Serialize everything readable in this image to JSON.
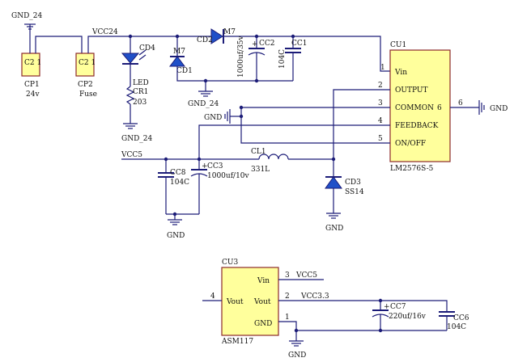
{
  "labels": {
    "gnd24_top": "GND_24",
    "vcc24": "VCC24",
    "cp1_pins": "C2 1",
    "cp1_name": "CP1",
    "cp1_val": "24v",
    "cp2_pins": "C2 1",
    "cp2_name": "CP2",
    "cp2_val": "Fuse",
    "cd4": "CD4",
    "led": "LED",
    "cr1": "CR1",
    "cr1_val": "203",
    "gnd24_led": "GND_24",
    "cd2": "CD2",
    "m7_top": "M7",
    "m7_cd1": "M7",
    "cd1": "CD1",
    "gnd24_mid": "GND_24",
    "cc2": "CC2",
    "cc2_val": "1000uf/35v",
    "cc1": "CC1",
    "cc1_val": "104C",
    "gnd_left": "GND",
    "cu1": "CU1",
    "cu1_part": "LM2576S-5",
    "pin_vin": "Vin",
    "pin_output": "OUTPUT",
    "pin_common": "COMMON",
    "pin_feedback": "FEEDBACK",
    "pin_onoff": "ON/OFF",
    "pn1": "1",
    "pn2": "2",
    "pn3": "3",
    "pn4": "4",
    "pn5": "5",
    "pn6_in": "6",
    "pn6_out": "6",
    "gnd_right": "GND",
    "vcc5": "VCC5",
    "cl1": "CL1",
    "cl1_val": "331L",
    "cc8": "CC8",
    "cc8_val": "104C",
    "cc3": "CC3",
    "cc3_val": "1000uf/10v",
    "gnd_cc8": "GND",
    "cd3": "CD3",
    "cd3_val": "SS14",
    "gnd_cd3": "GND",
    "cu3": "CU3",
    "cu3_part": "ASM117",
    "cu3_vin": "Vin",
    "cu3_vout_left": "Vout",
    "cu3_vout": "Vout",
    "cu3_gnd": "GND",
    "cu3_p3": "3",
    "cu3_p2": "2",
    "cu3_p1": "1",
    "cu3_p4": "4",
    "vcc5_b": "VCC5",
    "vcc33": "VCC3.3",
    "cc7": "CC7",
    "cc7_val": "220uf/16v",
    "cc6": "CC6",
    "cc6_val": "104C",
    "gnd_cu3": "GND",
    "plus_cc2": "+",
    "plus_cc3": "+",
    "plus_cc7": "+"
  },
  "colors": {
    "wire": "#1c1c78",
    "chip_fill": "#ffff9c",
    "chip_border": "#8c2a2a",
    "diode_fill": "#2050c8"
  }
}
